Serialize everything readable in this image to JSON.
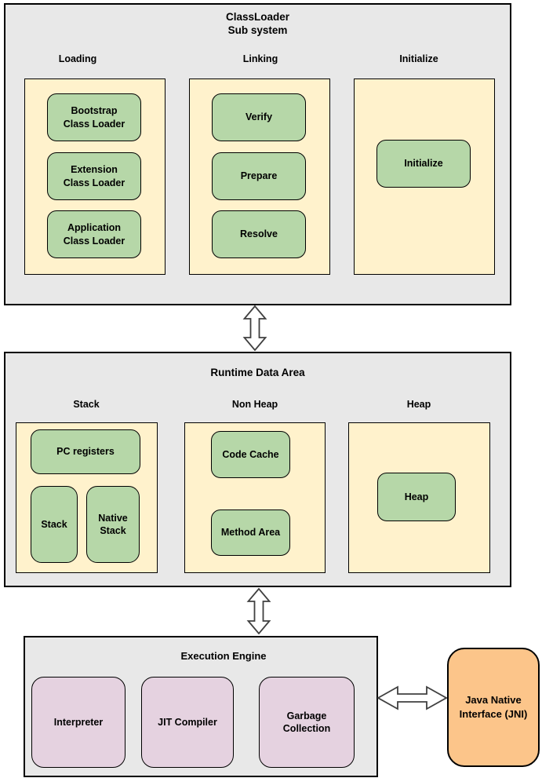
{
  "colors": {
    "section_panel_gray": "#e8e8e8",
    "column_panel_yellow": "#fff2cc",
    "box_green": "#b6d7a8",
    "box_pink": "#e5d2e0",
    "box_orange": "#fcc58a",
    "border_black": "#000000",
    "arrow_stroke": "#404040",
    "arrow_fill": "#ffffff"
  },
  "classloader": {
    "title": "ClassLoader\nSub system",
    "columns": [
      {
        "label": "Loading",
        "boxes": [
          "Bootstrap\nClass Loader",
          "Extension\nClass Loader",
          "Application\nClass Loader"
        ]
      },
      {
        "label": "Linking",
        "boxes": [
          "Verify",
          "Prepare",
          "Resolve"
        ]
      },
      {
        "label": "Initialize",
        "boxes": [
          "Initialize"
        ]
      }
    ]
  },
  "runtime": {
    "title": "Runtime Data Area",
    "columns": [
      {
        "label": "Stack",
        "boxes": [
          "PC registers",
          "Stack",
          "Native\nStack"
        ]
      },
      {
        "label": "Non Heap",
        "boxes": [
          "Code Cache",
          "Method Area"
        ]
      },
      {
        "label": "Heap",
        "boxes": [
          "Heap"
        ]
      }
    ]
  },
  "execution": {
    "title": "Execution Engine",
    "boxes": [
      "Interpreter",
      "JIT Compiler",
      "Garbage\nCollection"
    ]
  },
  "jni": {
    "label": "Java Native\nInterface (JNI)"
  },
  "icons": {
    "between_classloader_and_runtime": "double-arrow-vertical",
    "between_runtime_and_execution": "double-arrow-vertical",
    "between_execution_and_jni": "double-arrow-horizontal"
  }
}
